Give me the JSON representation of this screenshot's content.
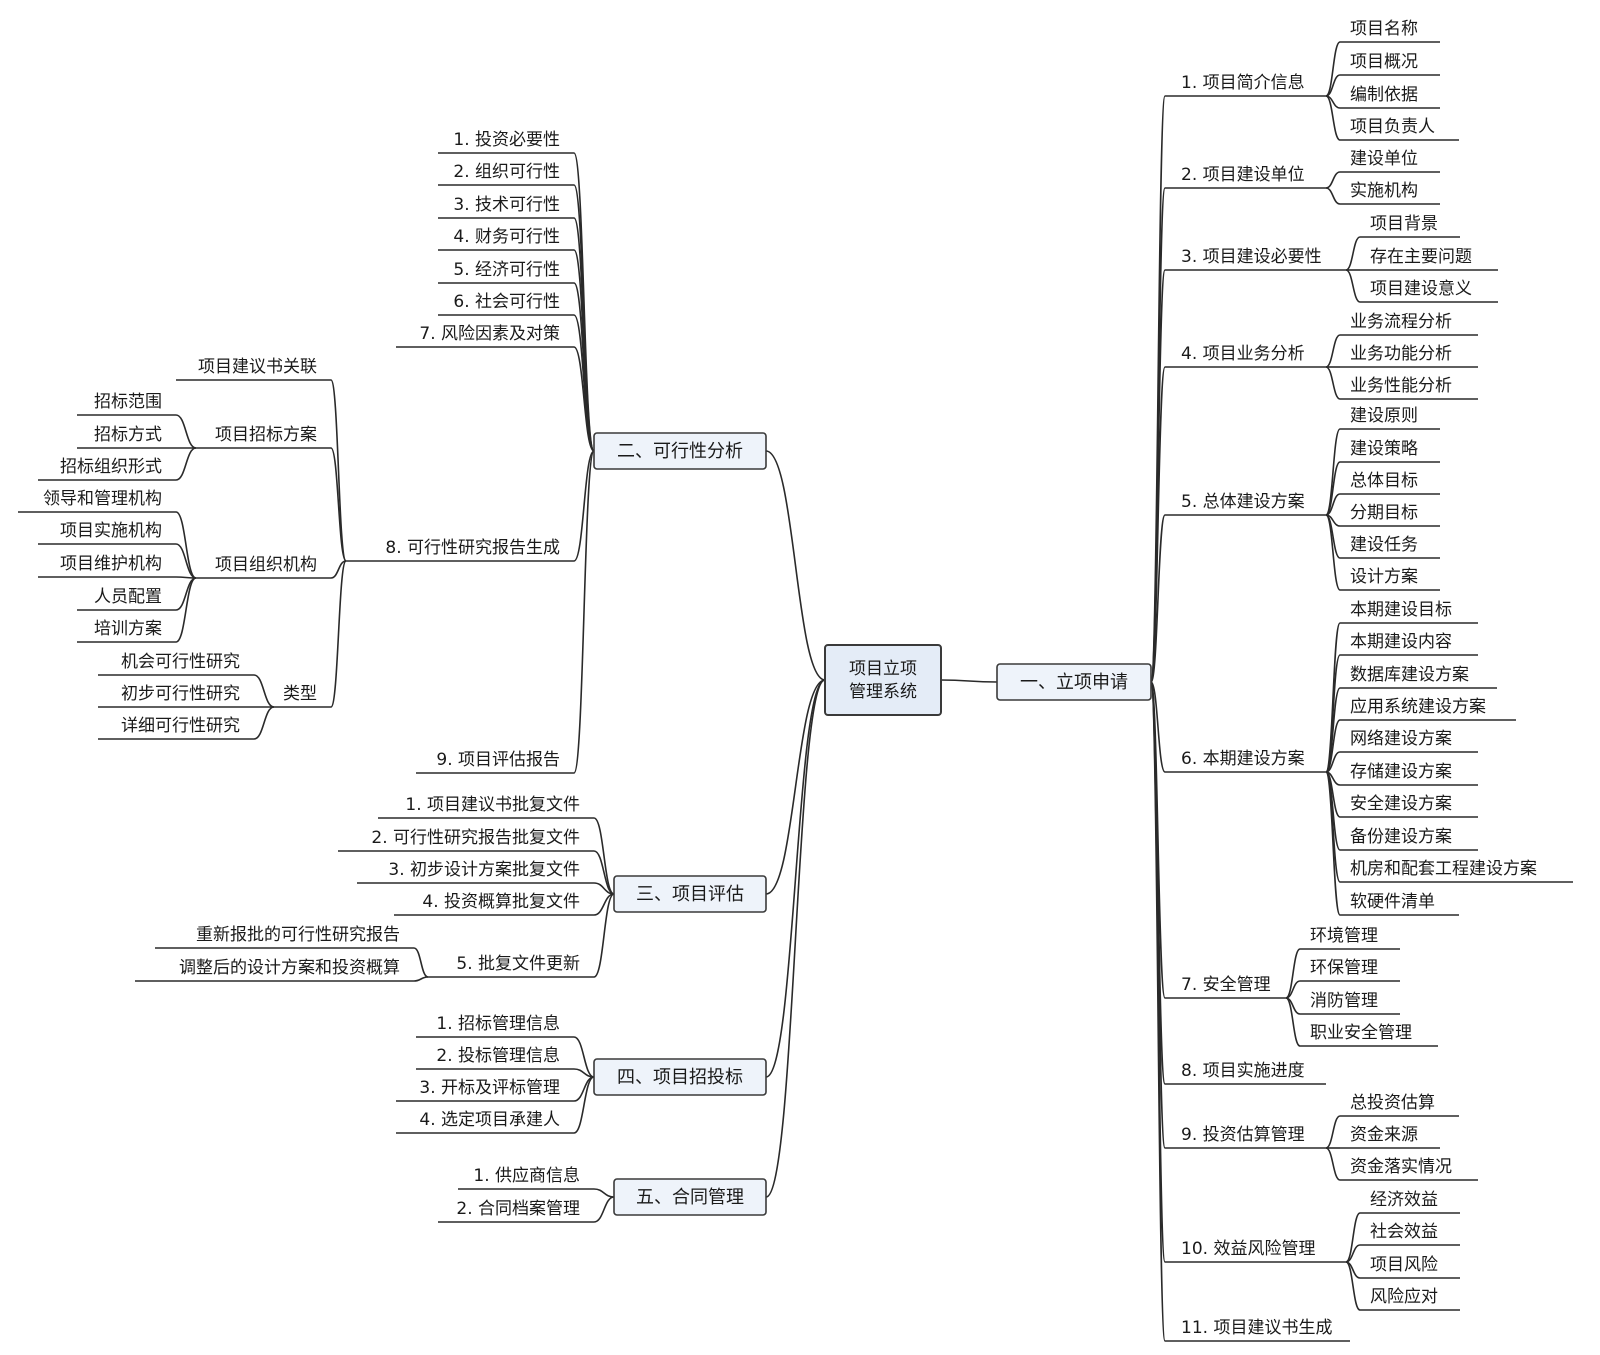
{
  "root": {
    "line1": "项目立项",
    "line2": "管理系统"
  },
  "branches": [
    {
      "key": "b1",
      "label": "一、立项申请",
      "children": [
        {
          "label": "1. 项目简介信息",
          "children": [
            {
              "label": "项目名称"
            },
            {
              "label": "项目概况"
            },
            {
              "label": "编制依据"
            },
            {
              "label": "项目负责人"
            }
          ]
        },
        {
          "label": "2. 项目建设单位",
          "children": [
            {
              "label": "建设单位"
            },
            {
              "label": "实施机构"
            }
          ]
        },
        {
          "label": "3. 项目建设必要性",
          "children": [
            {
              "label": "项目背景"
            },
            {
              "label": "存在主要问题"
            },
            {
              "label": "项目建设意义"
            }
          ]
        },
        {
          "label": "4. 项目业务分析",
          "children": [
            {
              "label": "业务流程分析"
            },
            {
              "label": "业务功能分析"
            },
            {
              "label": "业务性能分析"
            }
          ]
        },
        {
          "label": "5. 总体建设方案",
          "children": [
            {
              "label": "建设原则"
            },
            {
              "label": "建设策略"
            },
            {
              "label": "总体目标"
            },
            {
              "label": "分期目标"
            },
            {
              "label": "建设任务"
            },
            {
              "label": "设计方案"
            }
          ]
        },
        {
          "label": "6. 本期建设方案",
          "children": [
            {
              "label": "本期建设目标"
            },
            {
              "label": "本期建设内容"
            },
            {
              "label": "数据库建设方案"
            },
            {
              "label": "应用系统建设方案"
            },
            {
              "label": "网络建设方案"
            },
            {
              "label": "存储建设方案"
            },
            {
              "label": "安全建设方案"
            },
            {
              "label": "备份建设方案"
            },
            {
              "label": "机房和配套工程建设方案"
            },
            {
              "label": "软硬件清单"
            }
          ]
        },
        {
          "label": "7. 安全管理",
          "children": [
            {
              "label": "环境管理"
            },
            {
              "label": "环保管理"
            },
            {
              "label": "消防管理"
            },
            {
              "label": "职业安全管理"
            }
          ]
        },
        {
          "label": "8. 项目实施进度",
          "children": []
        },
        {
          "label": "9. 投资估算管理",
          "children": [
            {
              "label": "总投资估算"
            },
            {
              "label": "资金来源"
            },
            {
              "label": "资金落实情况"
            }
          ]
        },
        {
          "label": "10. 效益风险管理",
          "children": [
            {
              "label": "经济效益"
            },
            {
              "label": "社会效益"
            },
            {
              "label": "项目风险"
            },
            {
              "label": "风险应对"
            }
          ]
        },
        {
          "label": "11. 项目建议书生成",
          "children": []
        }
      ]
    },
    {
      "key": "b2",
      "label": "二、可行性分析",
      "children": [
        {
          "label": "1. 投资必要性",
          "children": []
        },
        {
          "label": "2. 组织可行性",
          "children": []
        },
        {
          "label": "3. 技术可行性",
          "children": []
        },
        {
          "label": "4. 财务可行性",
          "children": []
        },
        {
          "label": "5. 经济可行性",
          "children": []
        },
        {
          "label": "6. 社会可行性",
          "children": []
        },
        {
          "label": "7. 风险因素及对策",
          "children": []
        },
        {
          "label": "8. 可行性研究报告生成",
          "children": [
            {
              "label": "项目建议书关联",
              "children": []
            },
            {
              "label": "项目招标方案",
              "children": [
                {
                  "label": "招标范围"
                },
                {
                  "label": "招标方式"
                },
                {
                  "label": "招标组织形式"
                }
              ]
            },
            {
              "label": "项目组织机构",
              "children": [
                {
                  "label": "领导和管理机构"
                },
                {
                  "label": "项目实施机构"
                },
                {
                  "label": "项目维护机构"
                },
                {
                  "label": "人员配置"
                },
                {
                  "label": "培训方案"
                }
              ]
            },
            {
              "label": "类型",
              "children": [
                {
                  "label": "机会可行性研究"
                },
                {
                  "label": "初步可行性研究"
                },
                {
                  "label": "详细可行性研究"
                }
              ]
            }
          ]
        },
        {
          "label": "9. 项目评估报告",
          "children": []
        }
      ]
    },
    {
      "key": "b3",
      "label": "三、项目评估",
      "children": [
        {
          "label": "1. 项目建议书批复文件",
          "children": []
        },
        {
          "label": "2. 可行性研究报告批复文件",
          "children": []
        },
        {
          "label": "3. 初步设计方案批复文件",
          "children": []
        },
        {
          "label": "4. 投资概算批复文件",
          "children": []
        },
        {
          "label": "5. 批复文件更新",
          "children": [
            {
              "label": "重新报批的可行性研究报告"
            },
            {
              "label": "调整后的设计方案和投资概算"
            }
          ]
        }
      ]
    },
    {
      "key": "b4",
      "label": "四、项目招投标",
      "children": [
        {
          "label": "1. 招标管理信息",
          "children": []
        },
        {
          "label": "2. 投标管理信息",
          "children": []
        },
        {
          "label": "3. 开标及评标管理",
          "children": []
        },
        {
          "label": "4. 选定项目承建人",
          "children": []
        }
      ]
    },
    {
      "key": "b5",
      "label": "五、合同管理",
      "children": [
        {
          "label": "1. 供应商信息",
          "children": []
        },
        {
          "label": "2. 合同档案管理",
          "children": []
        }
      ]
    }
  ]
}
